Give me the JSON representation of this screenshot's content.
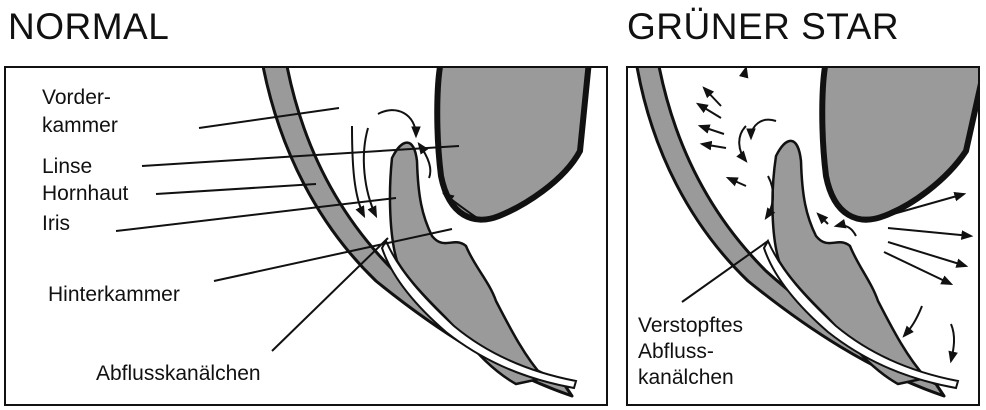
{
  "titles": {
    "normal": "NORMAL",
    "glaucoma": "GRÜNER STAR"
  },
  "normal_labels": {
    "vorderkammer_line1": "Vorder-",
    "vorderkammer_line2": "kammer",
    "linse": "Linse",
    "hornhaut": "Hornhaut",
    "iris": "Iris",
    "hinterkammer": "Hinterkammer",
    "abflusskanaelchen": "Abflusskanälchen"
  },
  "glaucoma_labels": {
    "line1": "Verstopftes",
    "line2": "Abfluss-",
    "line3": "kanälchen"
  },
  "colors": {
    "tissue_fill": "#9a9a9a",
    "outline": "#111111",
    "background": "#ffffff"
  }
}
